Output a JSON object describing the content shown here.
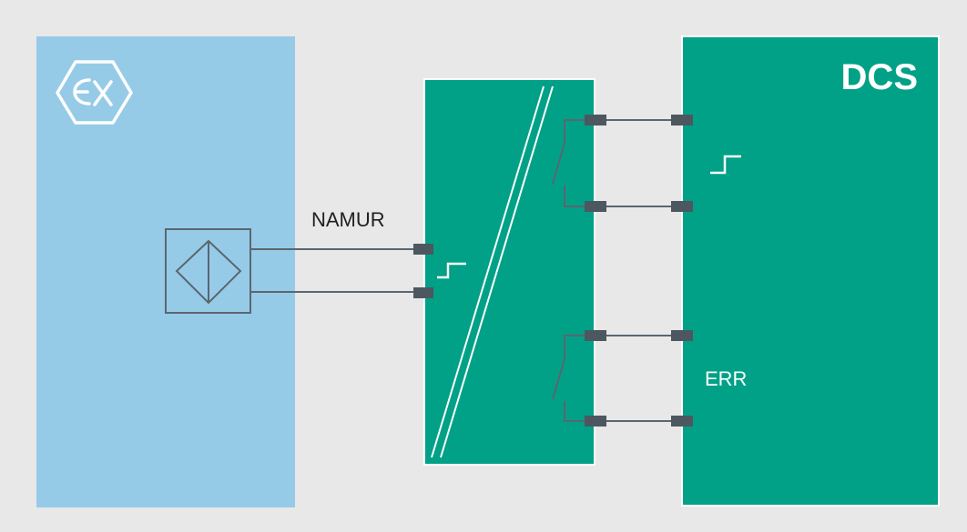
{
  "labels": {
    "signal": "NAMUR",
    "system": "DCS",
    "error": "ERR"
  },
  "icons": {
    "hazard_zone": "ex-hazard-icon",
    "sensor": "namur-sensor-icon",
    "signal_step": "signal-step-icon",
    "relay_contact": "relay-switch-icon"
  },
  "colors": {
    "background": "#e8e8e8",
    "hazard_zone": "#96cbe8",
    "isolator": "#00a187",
    "dcs": "#00a187",
    "wire": "#5a6670",
    "terminal": "#4d5760",
    "text_dark": "#1f1f1f",
    "text_light": "#ffffff"
  }
}
